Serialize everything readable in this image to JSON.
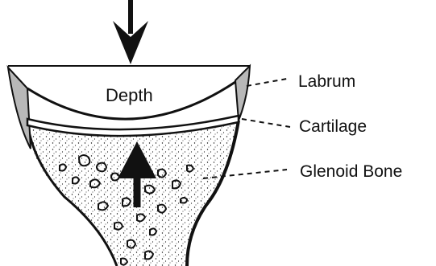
{
  "diagram": {
    "depth_label": "Depth",
    "labels": {
      "labrum": "Labrum",
      "cartilage": "Cartilage",
      "glenoid_bone": "Glenoid Bone"
    },
    "colors": {
      "ink": "#111111",
      "labrum_shade": "#b8b8b8",
      "background": "#ffffff"
    }
  }
}
